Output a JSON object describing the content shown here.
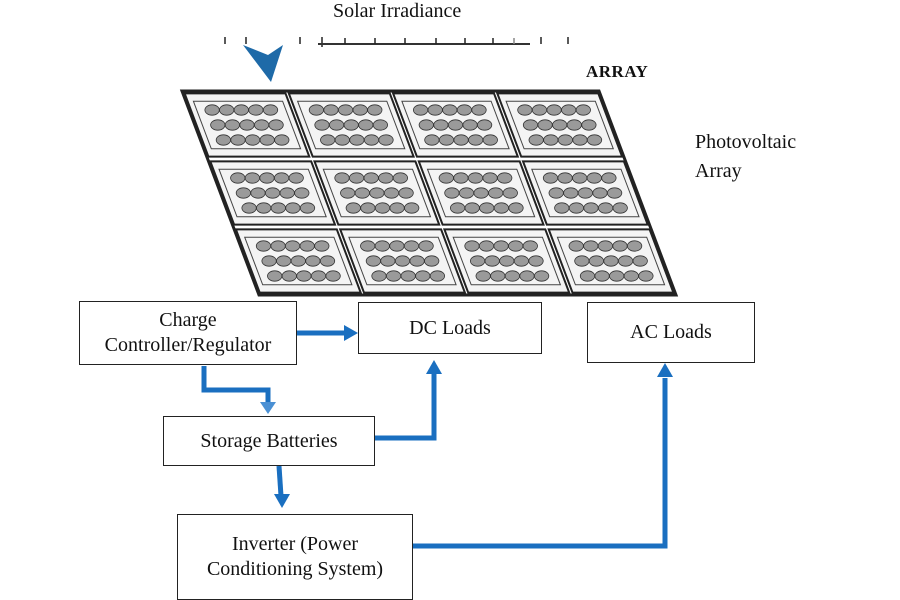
{
  "header": {
    "irradiance_label": "Solar Irradiance"
  },
  "array": {
    "array_label": "ARRAY",
    "pv_label_line1": "Photovoltaic",
    "pv_label_line2": "Array",
    "rows": 3,
    "cols": 4
  },
  "blocks": {
    "charge_controller": {
      "line1": "Charge",
      "line2": "Controller/Regulator"
    },
    "dc_loads": {
      "label": "DC Loads"
    },
    "ac_loads": {
      "label": "AC Loads"
    },
    "storage_batteries": {
      "label": "Storage Batteries"
    },
    "inverter": {
      "line1": "Inverter (Power",
      "line2": "Conditioning System)"
    }
  },
  "colors": {
    "arrow": "#1a6fc0",
    "sun_arrow": "#1e6aa8",
    "panel_frame": "#222222",
    "cell_fill": "#9a9a9a"
  }
}
